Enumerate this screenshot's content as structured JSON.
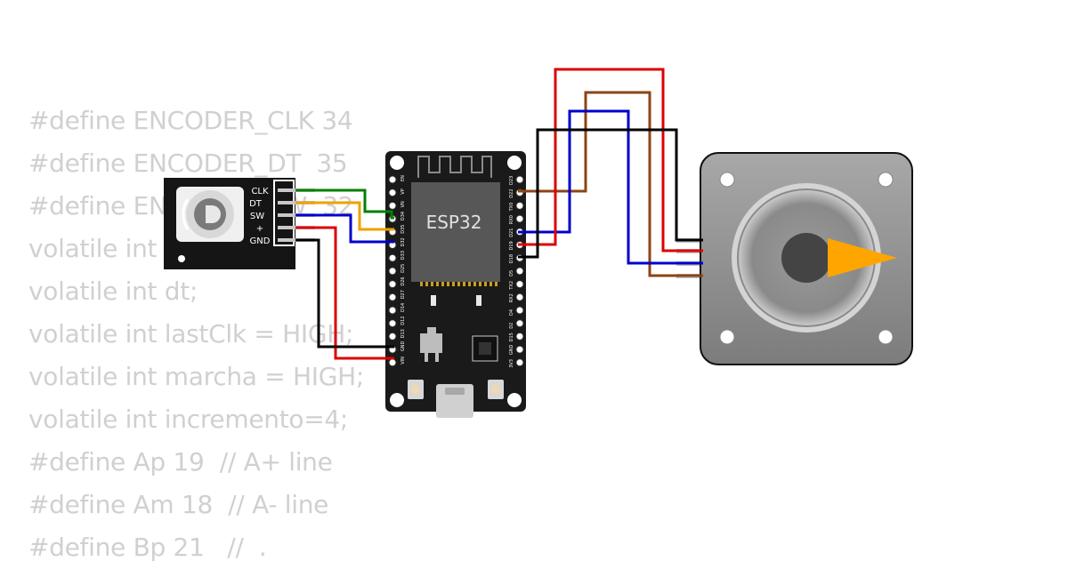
{
  "code_lines": [
    "#define ENCODER_CLK 34",
    "#define ENCODER_DT  35",
    "#define ENCODER_SW  32",
    "volatile int clk = 34;",
    "volatile int dt;",
    "volatile int lastClk = HIGH;",
    "volatile int marcha = HIGH;",
    "volatile int incremento=4;",
    "#define Ap 19  // A+ line",
    "#define Am 18  // A- line",
    "#define Bp 21   //  ."
  ],
  "encoder": {
    "pins": [
      "CLK",
      "DT",
      "SW",
      "+",
      "GND"
    ]
  },
  "esp32": {
    "label": "ESP32",
    "left_pins": [
      "EN",
      "VP",
      "VN",
      "D34",
      "D35",
      "D32",
      "D33",
      "D25",
      "D26",
      "D27",
      "D14",
      "D12",
      "D13",
      "GND",
      "VIN"
    ],
    "right_pins": [
      "D23",
      "D22",
      "TX0",
      "RX0",
      "D21",
      "D19",
      "D18",
      "D5",
      "TX2",
      "RX2",
      "D4",
      "D2",
      "D15",
      "GND",
      "3V3"
    ]
  },
  "wires": {
    "clk": "#008000",
    "dt": "#f0a000",
    "sw": "#0000cc",
    "power": "#dd0000",
    "ground": "#000000",
    "motor_a_plus": "#dd0000",
    "motor_a_minus": "#8b4513",
    "motor_b_plus": "#0000cc",
    "motor_b_minus": "#000000"
  },
  "stepper": {
    "body_color": "#909090",
    "pointer_color": "#ffa500"
  }
}
